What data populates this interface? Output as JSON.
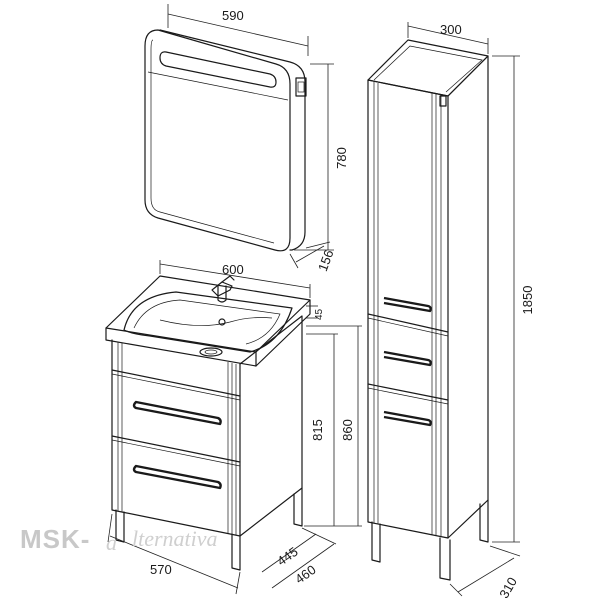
{
  "dimensions": {
    "mirror_width": "590",
    "mirror_height": "780",
    "mirror_depth": "156",
    "cabinet_width": "300",
    "cabinet_height": "1850",
    "cabinet_depth": "310",
    "sink_width": "600",
    "sink_thickness": "45",
    "vanity_height_815": "815",
    "vanity_height_860": "860",
    "vanity_width": "570",
    "vanity_depth_445": "445",
    "vanity_depth_460": "460"
  },
  "watermark": {
    "prefix": "MSK-",
    "suffix": "lternativa"
  }
}
